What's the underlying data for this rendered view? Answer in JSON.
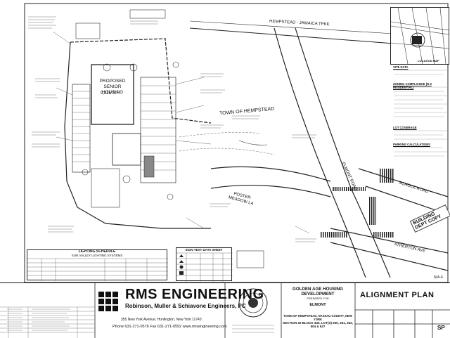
{
  "plan": {
    "proposed_building": "PROPOSED\nSENIOR HOUSING",
    "building_area": "9,316 S.F.",
    "town_label": "TOWN OF HEMPSTEAD",
    "jamaica_tpke": "HEMPSTEAD - JAMAICA TPKE",
    "elmont_road": "ELMONT ROAD",
    "poster_meadow": "POSTER\nMEADOW LA",
    "school_road": "SCHOOL ROAD",
    "atherton_ave": "ATHERTON AVE",
    "stamp": "BUILDING DEPT COPY",
    "page_mark": "N/A-6"
  },
  "location_map": {
    "label": "LOCATION MAP"
  },
  "notes": {
    "site_data": "SITE DATA",
    "zoning_compliance": "ZONING COMPLIANCE (R-2 RESIDENTIAL)",
    "lot_coverage": "LOT COVERAGE",
    "parking_calculations": "PARKING CALCULATIONS"
  },
  "lighting": {
    "title": "LIGHTING SCHEDULE",
    "subtitle": "SUN VALLEY LIGHTING SYSTEMS"
  },
  "sign_table": {
    "title": "SIGN TEXT DATA SHEET"
  },
  "titleblock": {
    "firm_name": "RMS ENGINEERING",
    "firm_full": "Robinson, Muller & Schiavone Engineers, PC",
    "address": "355 New York Avenue, Huntington, New York 11743",
    "phone": "Phone 631-271-0576    Fax 631-271-0592    www.rmsengineering.com",
    "project_title": "GOLDEN AGE HOUSING DEVELOPMENT",
    "project_prepared": "PREPARED FOR",
    "project_name": "ELMONT",
    "project_town": "TOWN OF HEMPSTEAD, NASSAU COUNTY, NEW YORK",
    "project_section": "SECTION 32 BLOCK 440, LOT(S) 260, 261, 262, 504 & 627",
    "sheet_title": "ALIGNMENT PLAN",
    "sheet_no": "SP"
  }
}
